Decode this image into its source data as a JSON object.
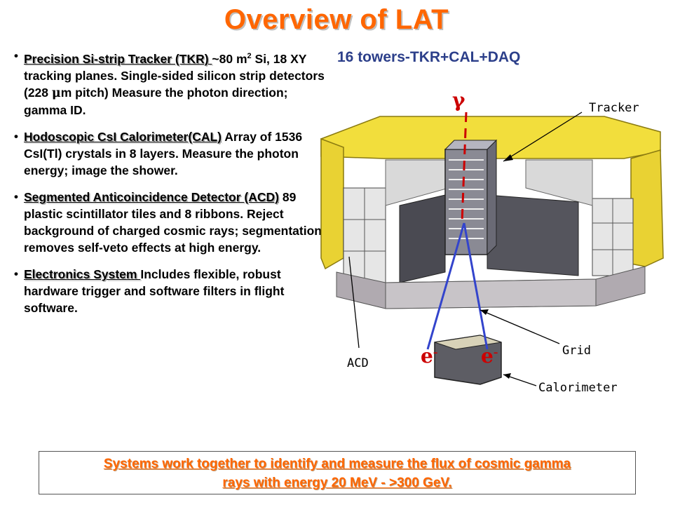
{
  "slide": {
    "title": "Overview of LAT",
    "subtitle": "16 towers-TKR+CAL+DAQ"
  },
  "bullets": [
    {
      "heading": "Precision Si-strip Tracker (TKR) ",
      "body_1": " ~80 m",
      "sup": "2",
      "body_2": " Si, 18 XY tracking planes.  Single-sided silicon strip detectors (228 ",
      "mu": "μ",
      "body_3": "m pitch) Measure the photon direction; gamma ID."
    },
    {
      "heading": "Hodoscopic CsI Calorimeter(CAL)",
      "body": " Array of 1536 CsI(Tl) crystals in 8 layers.  Measure the photon energy; image the shower."
    },
    {
      "heading": "Segmented Anticoincidence Detector (ACD)",
      "body": "  89 plastic scintillator tiles and 8 ribbons.     Reject background of charged cosmic rays;  segmentation removes self-veto effects at high energy."
    },
    {
      "heading": "Electronics System ",
      "body": "Includes flexible, robust hardware trigger and software filters in flight software."
    }
  ],
  "bullet_marker": "•",
  "figure": {
    "labels": {
      "tracker": "Tracker",
      "acd": "ACD",
      "grid": "Grid",
      "calorimeter": "Calorimeter"
    },
    "gamma_symbol": "γ",
    "electron_left": "e",
    "electron_right": "e",
    "electron_sup": "–",
    "colors": {
      "blanket": "#f2de3c",
      "gamma": "#cc0000",
      "tracks": "#3344cc"
    }
  },
  "footer": {
    "line1": "Systems work together to identify and measure the flux of cosmic gamma",
    "line2": "rays with energy 20 MeV - >300 GeV."
  }
}
